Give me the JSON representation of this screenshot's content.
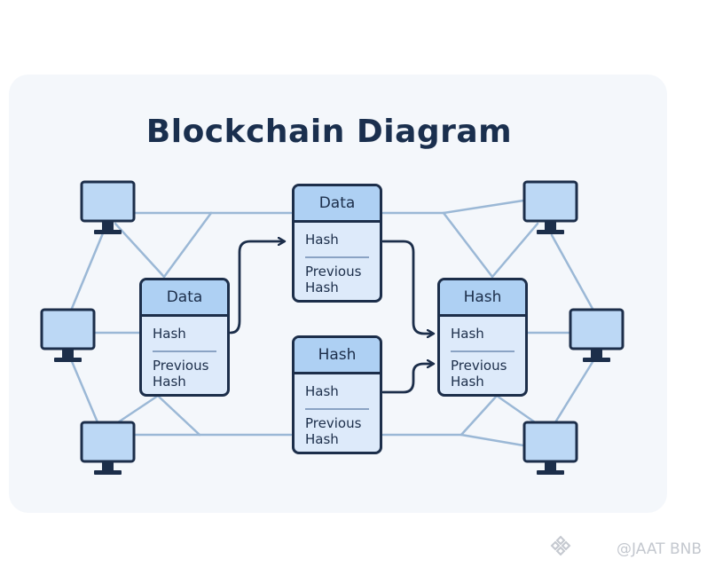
{
  "title": "Blockchain Diagram",
  "blocks": {
    "left": {
      "header": "Data",
      "hash": "Hash",
      "previous": "Previous Hash"
    },
    "top": {
      "header": "Data",
      "hash": "Hash",
      "previous": "Previous Hash"
    },
    "bottom": {
      "header": "Hash",
      "hash": "Hash",
      "previous": "Previous Hash"
    },
    "right": {
      "header": "Hash",
      "hash": "Hash",
      "previous": "Previous Hash"
    }
  },
  "watermark": "@JAAT BNB",
  "colors": {
    "card_bg": "#f4f7fb",
    "title": "#1a2f4e",
    "block_header": "#aed0f3",
    "block_body": "#ddeafa",
    "border": "#1c2e4a",
    "network_line": "#9bb8d6"
  }
}
